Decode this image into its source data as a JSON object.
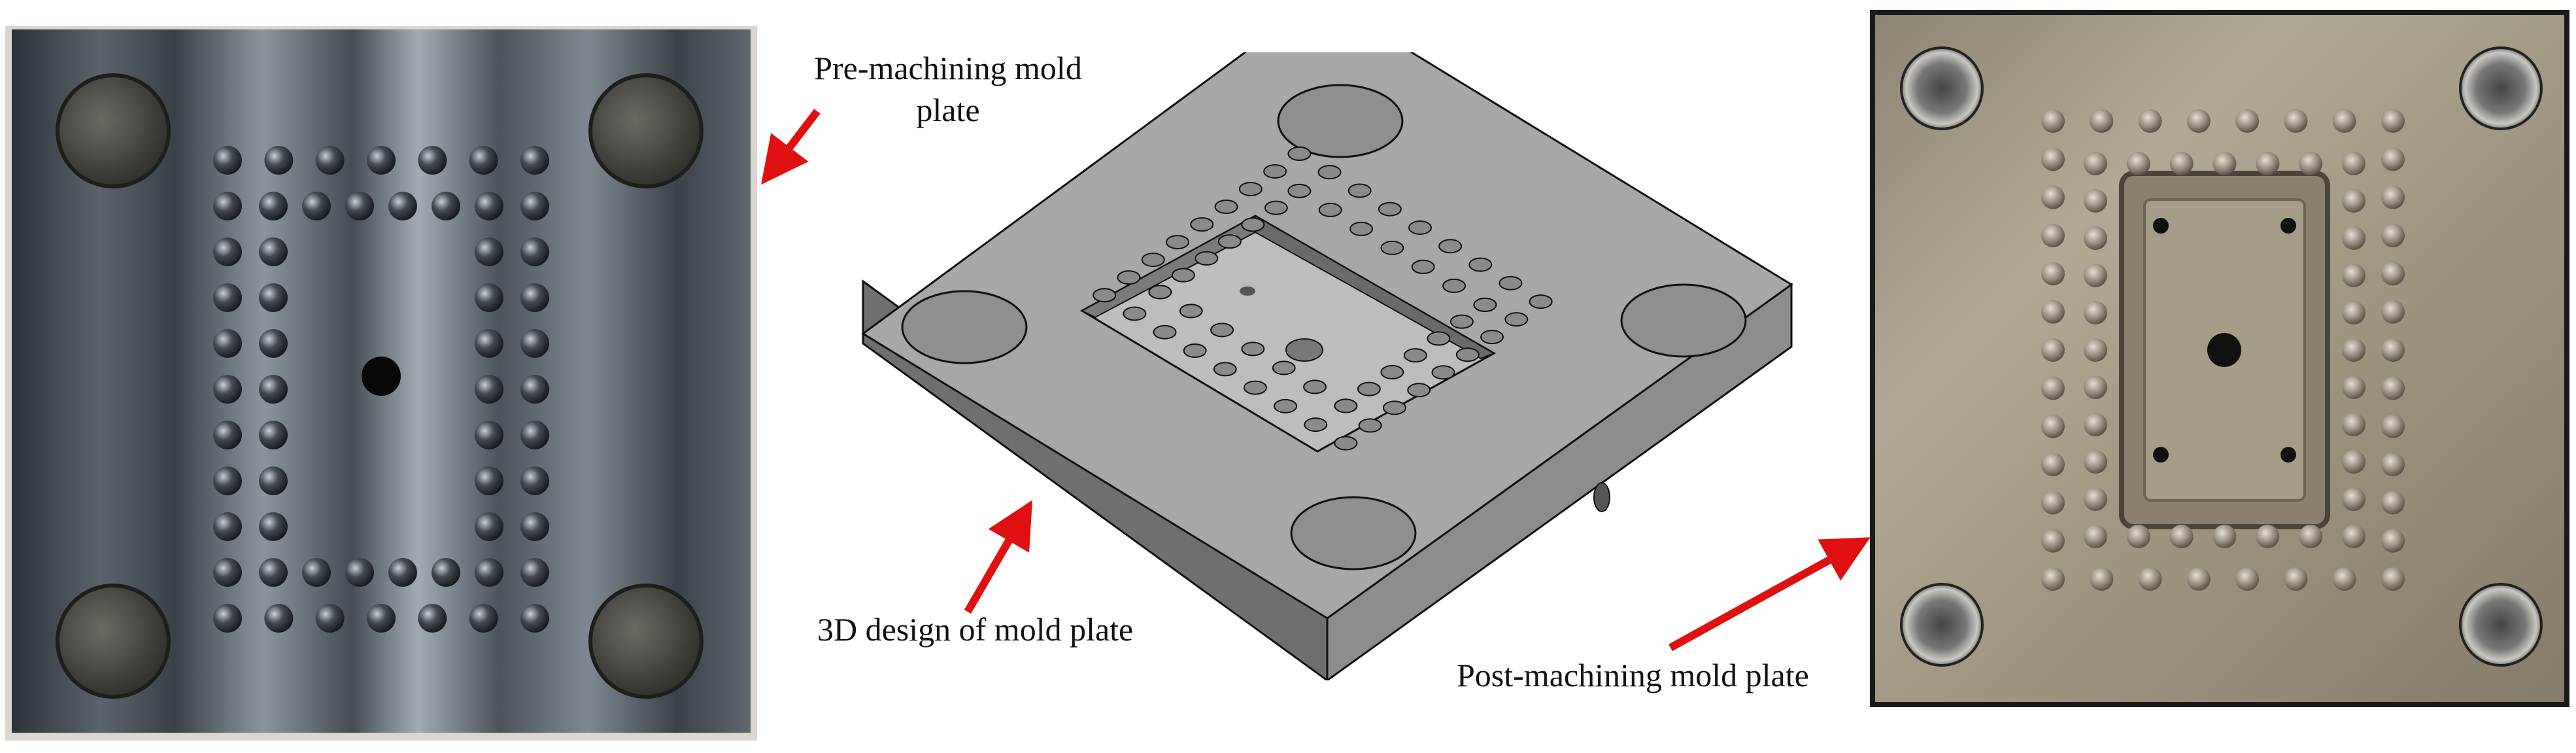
{
  "captions": {
    "pre_machining": "Pre-machining mold plate",
    "design_3d": "3D design of mold plate",
    "post_machining": "Post-machining mold plate"
  },
  "colors": {
    "arrow": "#e01010",
    "steel_dark": "#3a4047",
    "steel_light": "#9aa3ad",
    "model_top": "#a8a8a8",
    "model_side": "#6e6e6e",
    "post_plate": "#a49a88"
  }
}
